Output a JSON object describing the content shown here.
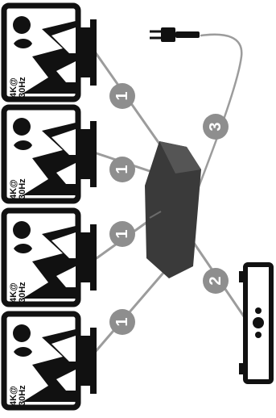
{
  "diagram": {
    "colors": {
      "ink": "#111111",
      "cable": "#9c9c9c",
      "badge": "#8e8e8e",
      "badge_text": "#ffffff",
      "hub": "#3a3a3a"
    },
    "monitors": [
      {
        "id": "monitor-1",
        "label_top": "4K@",
        "label_bottom": "30Hz",
        "badge": "1"
      },
      {
        "id": "monitor-2",
        "label_top": "4K@",
        "label_bottom": "30Hz",
        "badge": "1"
      },
      {
        "id": "monitor-3",
        "label_top": "4K@",
        "label_bottom": "30Hz",
        "badge": "1"
      },
      {
        "id": "monitor-4",
        "label_top": "4K@",
        "label_bottom": "30Hz",
        "badge": "1"
      }
    ],
    "source_badge": "2",
    "power_badge": "3",
    "icons": {
      "hub": "splitter-hub-icon",
      "source": "video-source-device-icon",
      "power": "power-plug-icon",
      "monitor_art": "mountain-landscape-icon"
    }
  }
}
